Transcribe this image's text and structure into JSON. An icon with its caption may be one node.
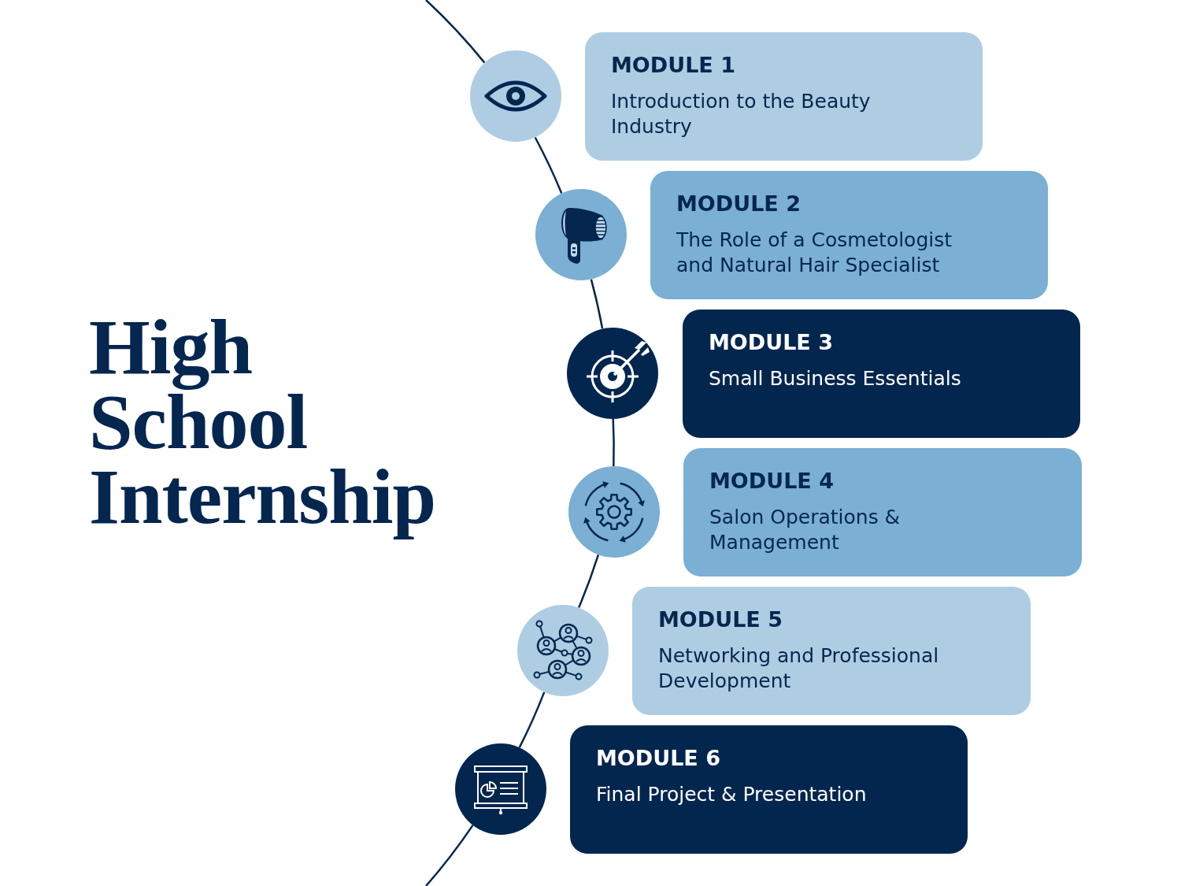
{
  "diagram": {
    "title": "High School Internship",
    "nodes": [
      {
        "text": [],
        "shape": "circle"
      },
      {
        "text": [
          "MODULE 1",
          "Introduction to the Beauty Industry"
        ]
      },
      {
        "text": [],
        "shape": "circle"
      },
      {
        "text": [
          "MODULE 2",
          "The Role of a Cosmetologist and Natural Hair Specialist"
        ]
      },
      {
        "text": [],
        "shape": "circle"
      },
      {
        "text": [
          "MODULE 3",
          "Small Business Essentials"
        ]
      },
      {
        "text": [],
        "shape": "circle"
      },
      {
        "text": [
          "MODULE 4",
          "Salon Operations & Management"
        ]
      },
      {
        "text": [],
        "shape": "circle"
      },
      {
        "text": [
          "MODULE 5",
          "Networking and Professional Development"
        ]
      },
      {
        "text": [],
        "shape": "circle"
      },
      {
        "text": [
          "MODULE 6",
          "Final Project & Presentation"
        ]
      }
    ],
    "edges": [
      {
        "from": null,
        "to": 0,
        "arrow": "none"
      },
      {
        "from": 0,
        "to": 2,
        "arrow": "none"
      },
      {
        "from": 2,
        "to": 4,
        "arrow": "none"
      },
      {
        "from": 4,
        "to": 6,
        "arrow": "none"
      },
      {
        "from": 6,
        "to": 8,
        "arrow": "none"
      },
      {
        "from": 8,
        "to": 10,
        "arrow": "none"
      },
      {
        "from": 10,
        "to": null,
        "arrow": "none"
      }
    ]
  }
}
